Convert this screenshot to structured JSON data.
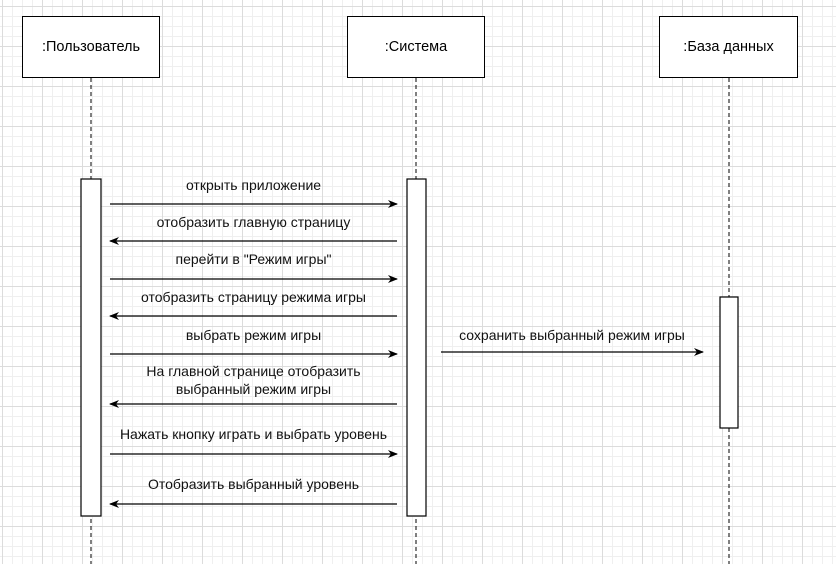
{
  "participants": [
    {
      "id": "user",
      "label": ":Пользователь"
    },
    {
      "id": "system",
      "label": ":Система"
    },
    {
      "id": "db",
      "label": ":База данных"
    }
  ],
  "messages": [
    {
      "label": "открыть приложение",
      "from": "user",
      "to": "system"
    },
    {
      "label": "отобразить главную страницу",
      "from": "system",
      "to": "user"
    },
    {
      "label": "перейти в \"Режим игры\"",
      "from": "user",
      "to": "system"
    },
    {
      "label": "отобразить страницу режима игры",
      "from": "system",
      "to": "user"
    },
    {
      "label": "выбрать режим игры",
      "from": "user",
      "to": "system"
    },
    {
      "label": "сохранить выбранный режим игры",
      "from": "system",
      "to": "db"
    },
    {
      "label": "На главной странице отобразить\nвыбранный режим игры",
      "from": "system",
      "to": "user"
    },
    {
      "label": "Нажать кнопку играть и выбрать уровень",
      "from": "user",
      "to": "system"
    },
    {
      "label": "Отобразить выбранный уровень",
      "from": "system",
      "to": "user"
    }
  ],
  "colors": {
    "line": "#000000",
    "grid": "#dcdcdc",
    "background": "#ffffff"
  }
}
